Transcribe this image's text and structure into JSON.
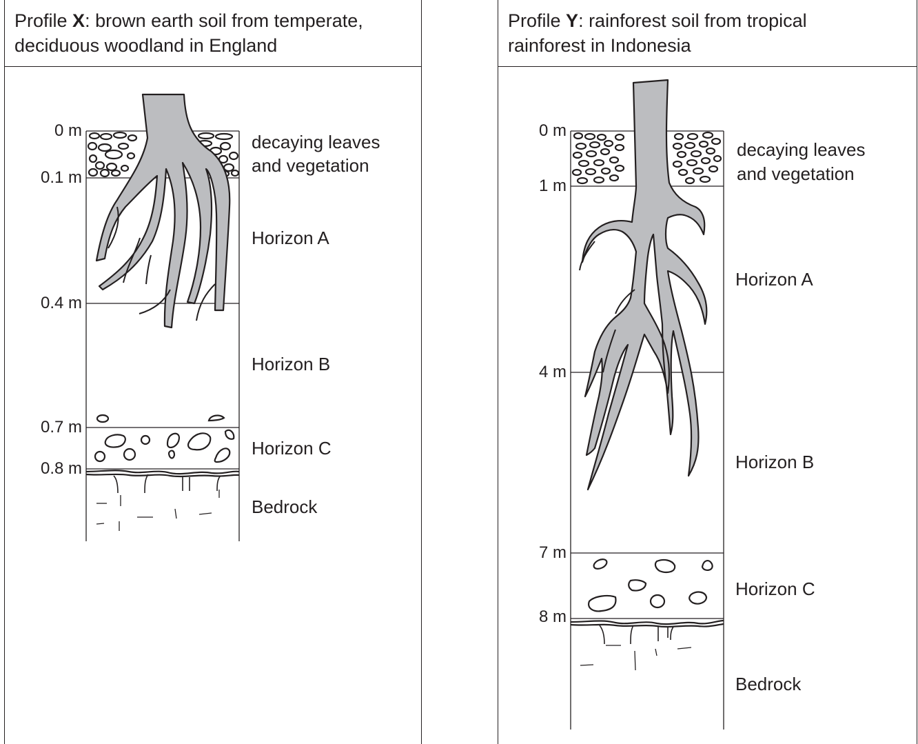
{
  "profile_x": {
    "title_prefix": "Profile ",
    "title_letter": "X",
    "title_rest": ": brown earth soil from temperate,",
    "title_line2": "deciduous woodland in England",
    "depths": [
      "0 m",
      "0.1 m",
      "0.4 m",
      "0.7 m",
      "0.8 m"
    ],
    "layers": [
      "decaying leaves",
      "and vegetation",
      "Horizon A",
      "Horizon B",
      "Horizon C",
      "Bedrock"
    ]
  },
  "profile_y": {
    "title_prefix": "Profile ",
    "title_letter": "Y",
    "title_rest": ": rainforest soil from tropical",
    "title_line2": "rainforest in Indonesia",
    "depths": [
      "0 m",
      "1 m",
      "4 m",
      "7 m",
      "8 m"
    ],
    "layers": [
      "decaying leaves",
      "and vegetation",
      "Horizon A",
      "Horizon B",
      "Horizon C",
      "Bedrock"
    ]
  },
  "colors": {
    "root_fill": "#bcbdc0",
    "line": "#231f20"
  }
}
